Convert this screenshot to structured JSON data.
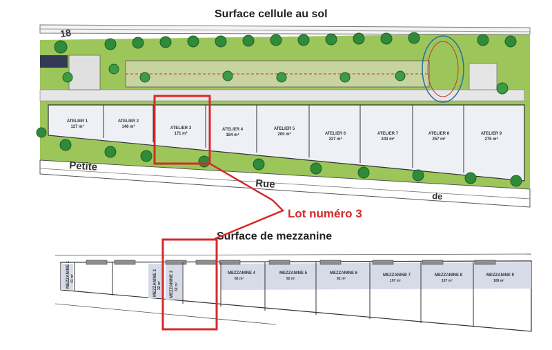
{
  "titles": {
    "ground": "Surface cellule au sol",
    "mezzanine": "Surface de mezzanine"
  },
  "annotation": {
    "lot_label": "Lot numéro 3",
    "highlight_color": "#d42a2a"
  },
  "street": {
    "word1": "Petite",
    "word2": "Rue",
    "word3": "de"
  },
  "site_number": "18",
  "ateliers": [
    {
      "name": "ATELIER 1",
      "area": "127 m²"
    },
    {
      "name": "ATELIER 2",
      "area": "146 m²"
    },
    {
      "name": "ATELIER 3",
      "area": "171 m²"
    },
    {
      "name": "ATELIER 4",
      "area": "184 m²"
    },
    {
      "name": "ATELIER 5",
      "area": "200 m²"
    },
    {
      "name": "ATELIER 6",
      "area": "227 m²"
    },
    {
      "name": "ATELIER 7",
      "area": "243 m²"
    },
    {
      "name": "ATELIER 8",
      "area": "257 m²"
    },
    {
      "name": "ATELIER 9",
      "area": "275 m²"
    }
  ],
  "mezzanines": [
    {
      "name": "MEZZANINE 1",
      "area": "41 m²"
    },
    {
      "name": "MEZZANINE 2",
      "area": "32 m²"
    },
    {
      "name": "MEZZANINE 3",
      "area": "32 m²"
    },
    {
      "name": "MEZZANINE 4",
      "area": "82 m²"
    },
    {
      "name": "MEZZANINE 5",
      "area": "92 m²"
    },
    {
      "name": "MEZZANINE 6",
      "area": "92 m²"
    },
    {
      "name": "MEZZANINE 7",
      "area": "107 m²"
    },
    {
      "name": "MEZZANINE 8",
      "area": "107 m²"
    },
    {
      "name": "MEZZANINE 9",
      "area": "108 m²"
    }
  ],
  "colors": {
    "grass": "#8fbf4a",
    "tree": "#2f8a3a",
    "building": "#eef0f6",
    "mezz_fill": "#d7dbe8",
    "line": "#444444"
  }
}
